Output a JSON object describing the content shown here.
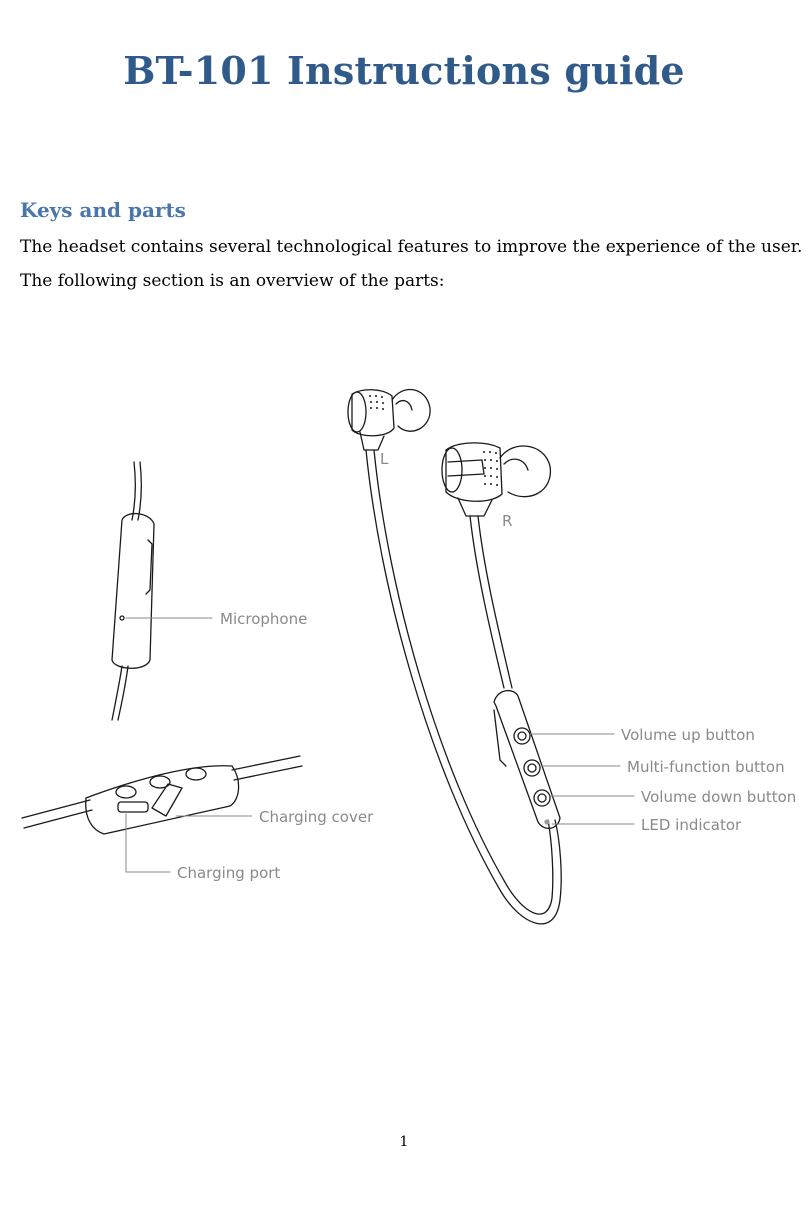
{
  "title": "BT-101 Instructions guide",
  "section": {
    "heading": "Keys and parts",
    "paragraphs": [
      "The headset contains several technological features to improve the experience of the user.",
      "The following section is an overview of the parts:"
    ]
  },
  "diagram": {
    "earbud_left_label": "L",
    "earbud_right_label": "R",
    "callouts": {
      "microphone": "Microphone",
      "charging_cover": "Charging cover",
      "charging_port": "Charging port",
      "volume_up": "Volume up button",
      "multi_function": "Multi-function button",
      "volume_down": "Volume down button",
      "led": "LED indicator"
    },
    "line_color": "#1a1a1a",
    "label_color": "#8a8a8a",
    "title_color": "#2f5a8a",
    "heading_color": "#4a77aa"
  },
  "footer": {
    "page_number": "1"
  }
}
